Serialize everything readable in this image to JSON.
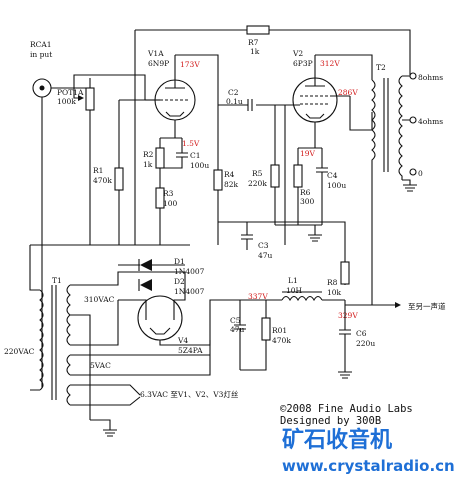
{
  "input": {
    "name": "RCA1",
    "note": "in put"
  },
  "pot": {
    "name": "POT1A",
    "value": "100k"
  },
  "r1": {
    "name": "R1",
    "value": "470k"
  },
  "r2": {
    "name": "R2",
    "value": "1k"
  },
  "r3": {
    "name": "R3",
    "value": "100"
  },
  "r4": {
    "name": "R4",
    "value": "82k"
  },
  "r5": {
    "name": "R5",
    "value": "220k"
  },
  "r6": {
    "name": "R6",
    "value": "300"
  },
  "r7": {
    "name": "R7",
    "value": "1k"
  },
  "r8": {
    "name": "R8",
    "value": "10k"
  },
  "r01": {
    "name": "R01",
    "value": "470k"
  },
  "c1": {
    "name": "C1",
    "value": "100u"
  },
  "c2": {
    "name": "C2",
    "value": "0.1u"
  },
  "c3": {
    "name": "C3",
    "value": "47u"
  },
  "c4": {
    "name": "C4",
    "value": "100u"
  },
  "c5": {
    "name": "C5",
    "value": "47u"
  },
  "c6": {
    "name": "C6",
    "value": "220u"
  },
  "v1": {
    "name": "V1A",
    "type": "6N9P",
    "plate_voltage": "173V",
    "cathode_voltage": "1.5V"
  },
  "v2": {
    "name": "V2",
    "type": "6P3P",
    "plate_voltage": "312V",
    "screen_voltage": "286V",
    "cathode_voltage": "19V"
  },
  "t2": {
    "name": "T2",
    "tap_8": "8ohms",
    "tap_4": "4ohms",
    "tap_0": "0"
  },
  "t1": {
    "name": "T1",
    "primary": "220VAC",
    "hv": "310VAC",
    "rect_heater": "5VAC",
    "heater": "6.3VAC 至V1、V2、V3灯丝"
  },
  "d1": {
    "name": "D1",
    "type": "1N4007"
  },
  "d2": {
    "name": "D2",
    "type": "1N4007"
  },
  "v4": {
    "name": "V4",
    "type": "5Z4PA"
  },
  "l1": {
    "name": "L1",
    "value": "10H"
  },
  "psu": {
    "v_after_rect": "337V",
    "v_after_choke": "329V",
    "other_channel": "至另一声道"
  },
  "credits": {
    "copyright": "©2008 Fine Audio Labs",
    "designer": "Designed by 300B"
  },
  "watermark": {
    "brand": "矿石收音机",
    "url": "www.crystalradio.cn"
  }
}
